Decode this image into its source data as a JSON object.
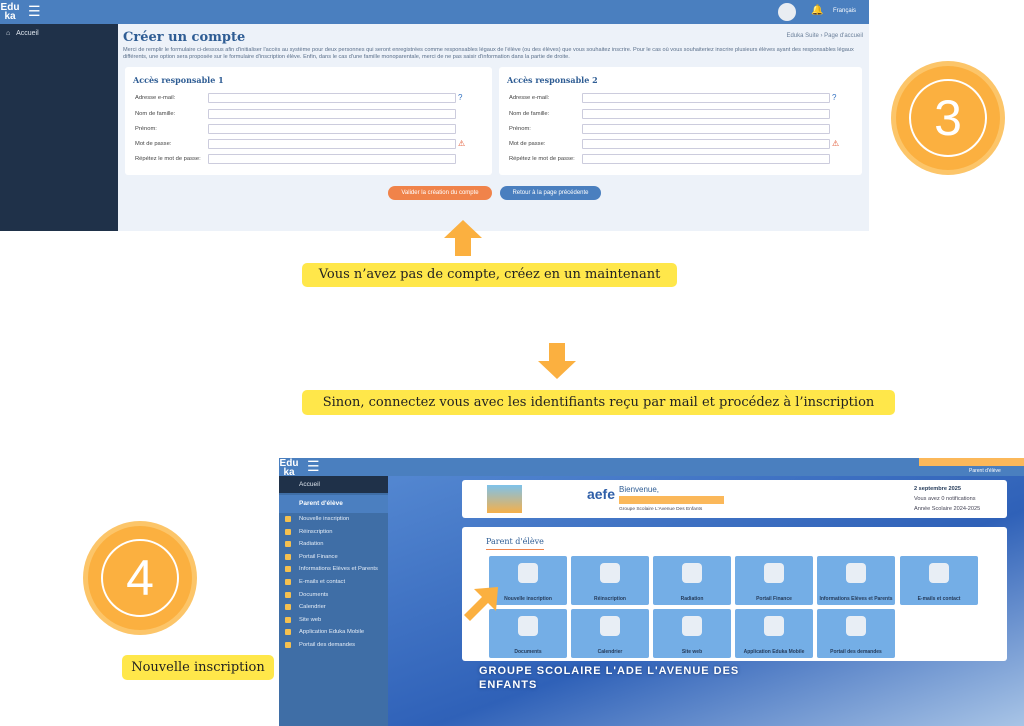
{
  "top": {
    "logo": "Edu ka",
    "user_lang": "Français",
    "sidebar_home": "Accueil",
    "title": "Créer un compte",
    "breadcrumb": "Eduka Suite › Page d'accueil",
    "description": "Merci de remplir le formulaire ci-dessous afin d'initialiser l'accès au système pour deux personnes qui seront enregistrées comme responsables légaux de l'élève (ou des élèves) que vous souhaitez inscrire. Pour le cas où vous souhaiteriez inscrire plusieurs élèves ayant des responsables légaux différents, une option sera proposée sur le formulaire d'inscription élève. Enfin, dans le cas d'une famille monoparentale, merci de ne pas saisir d'information dans la partie de droite.",
    "panels": [
      {
        "title": "Accès responsable 1"
      },
      {
        "title": "Accès responsable 2"
      }
    ],
    "fields": [
      "Adresse e-mail:",
      "Nom de famille:",
      "Prénom:",
      "Mot de passe:",
      "Répétez le mot de passe:"
    ],
    "validate_button": "Valider la création du compte",
    "back_button": "Retour à la page précédente"
  },
  "callouts": {
    "step3": "3",
    "step4": "4",
    "no_account": "Vous n’avez pas de compte, créez en un maintenant",
    "otherwise": "Sinon, connectez vous avec les identifiants reçu par mail et procédez à l’inscription",
    "new_registration": "Nouvelle inscription"
  },
  "bottom": {
    "logo": "Edu ka",
    "role": "Parent d'élève",
    "welcome": "Bienvenue,",
    "school": "Groupe Scolaire L'Avenue Des Enfants",
    "aefe": "aefe",
    "date": "2 septembre 2025",
    "notifications": "Vous avez 0 notifications",
    "year": "Année Scolaire 2024-2025",
    "section_title": "Parent d'élève",
    "sidebar": {
      "home": "Accueil",
      "group": "Parent d'élève",
      "items": [
        "Nouvelle inscription",
        "Réinscription",
        "Radiation",
        "Portail Finance",
        "Informations Elèves et Parents",
        "E-mails et contact",
        "Documents",
        "Calendrier",
        "Site web",
        "Application Eduka Mobile",
        "Portail des demandes"
      ]
    },
    "tiles": [
      "Nouvelle inscription",
      "Réinscription",
      "Radiation",
      "Portail Finance",
      "Informations Elèves et Parents",
      "E-mails et contact",
      "Documents",
      "Calendrier",
      "Site web",
      "Application Eduka Mobile",
      "Portail des demandes"
    ],
    "banner": "GROUPE SCOLAIRE L'ADE L'AVENUE DES ENFANTS"
  },
  "colors": {
    "header": "#4a7fbf",
    "sidebar": "#1f3149",
    "orange": "#f0834a",
    "highlight": "#ffe74a",
    "badge": "#fbb040"
  }
}
